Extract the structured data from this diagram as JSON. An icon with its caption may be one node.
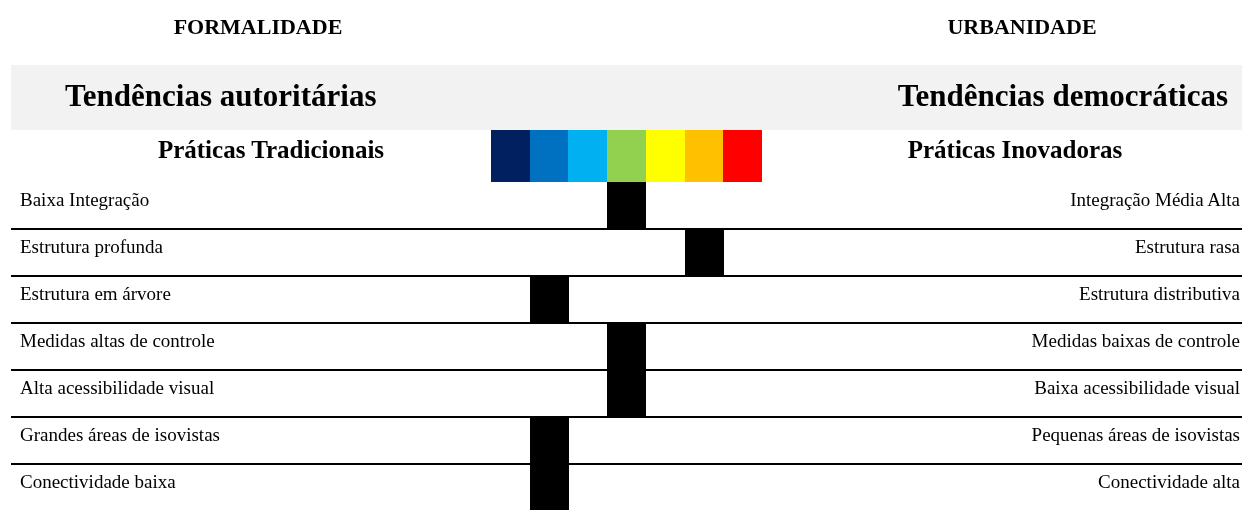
{
  "diagram": {
    "labels": [
      "FORMALIDADE",
      "URBANIDADE",
      "Tendências autoritárias",
      "Tendências democráticas",
      "Práticas Tradicionais",
      "Práticas Inovadoras",
      "Baixa Integração",
      "Integração Média Alta",
      "Estrutura profunda",
      "Estrutura rasa",
      "Estrutura em árvore",
      "Estrutura distributiva",
      "Medidas altas de controle",
      "Medidas baixas de controle",
      "Alta acessibilidade visual",
      "Baixa acessibilidade visual",
      "Grandes áreas de isovistas",
      "Pequenas áreas de isovistas",
      "Conectividade baixa",
      "Conectividade alta"
    ]
  }
}
